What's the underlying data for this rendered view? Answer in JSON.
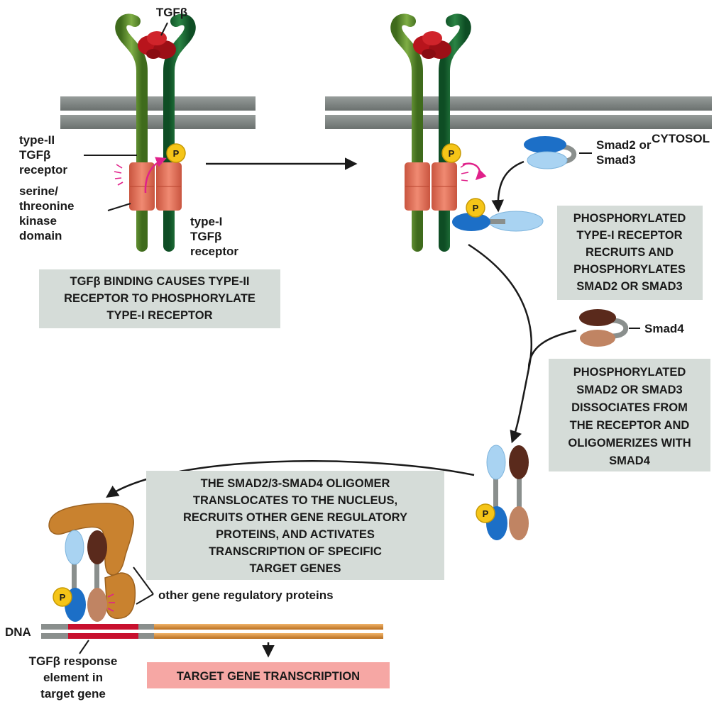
{
  "labels": {
    "tgfb": "TGFβ",
    "cytosol": "CYTOSOL",
    "type2_receptor": [
      "type-II",
      "TGFβ",
      "receptor"
    ],
    "kinase_domain": [
      "serine/",
      "threonine",
      "kinase",
      "domain"
    ],
    "type1_receptor": [
      "type-I",
      "TGFβ",
      "receptor"
    ],
    "smad23": [
      "Smad2 or",
      "Smad3"
    ],
    "smad4": "Smad4",
    "other_proteins": "other gene regulatory proteins",
    "dna": "DNA",
    "response_element": [
      "TGFβ response",
      "element in",
      "target gene"
    ],
    "phospho": "P"
  },
  "steps": {
    "step1": [
      "TGFβ BINDING CAUSES TYPE-II",
      "RECEPTOR TO PHOSPHORYLATE",
      "TYPE-I RECEPTOR"
    ],
    "step2": [
      "PHOSPHORYLATED",
      "TYPE-I RECEPTOR",
      "RECRUITS AND",
      "PHOSPHORYLATES",
      "SMAD2 OR SMAD3"
    ],
    "step3": [
      "PHOSPHORYLATED",
      "SMAD2 OR SMAD3",
      "DISSOCIATES FROM",
      "THE RECEPTOR AND",
      "OLIGOMERIZES WITH",
      "SMAD4"
    ],
    "step4": [
      "THE SMAD2/3-SMAD4 OLIGOMER",
      "TRANSLOCATES TO THE NUCLEUS,",
      "RECRUITS OTHER GENE REGULATORY",
      "PROTEINS, AND ACTIVATES",
      "TRANSCRIPTION OF SPECIFIC",
      "TARGET GENES"
    ],
    "transcription": "TARGET GENE TRANSCRIPTION"
  },
  "colors": {
    "type2_receptor": "#5e8f2e",
    "type1_receptor": "#1f6b35",
    "ligand": "#b8141c",
    "kinase": "#e8735e",
    "membrane": "#7f8583",
    "smad23_dark": "#1c6fc7",
    "smad23_light": "#a9d3f2",
    "smad4_dark": "#5a2a1c",
    "smad4_light": "#c08463",
    "phosphate": "#f5c518",
    "box": "#d5dcd8",
    "transcription_box": "#f6a7a4",
    "regulatory_protein": "#c9822f",
    "dna_strand": "#d58b32",
    "response_element": "#c8102e",
    "arrow_pink": "#e0218a"
  }
}
